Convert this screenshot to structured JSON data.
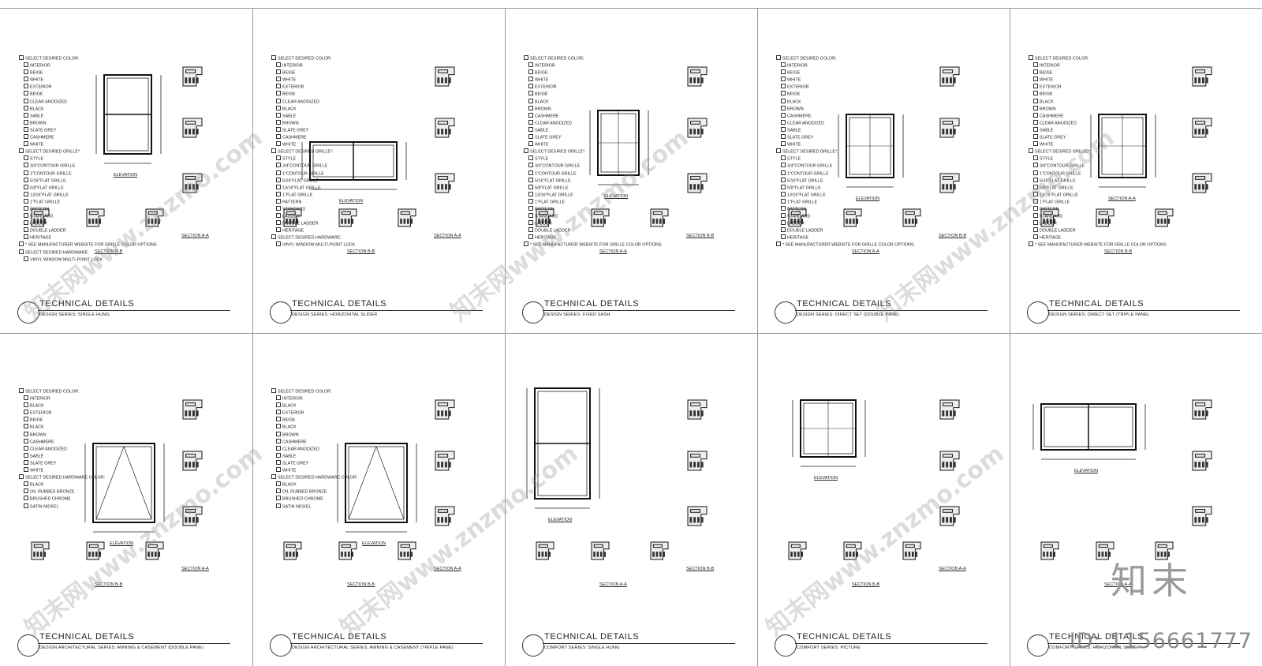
{
  "sheets": [
    {
      "title": "TECHNICAL DETAILS",
      "series": "DESIGN SERIES: SINGLE HUNG",
      "labels": [
        "ELEVATION",
        "SECTION B-B",
        "SECTION A-A"
      ],
      "options": [
        "SELECT DESIRED COLOR:",
        "INTERIOR",
        "BEIGE",
        "WHITE",
        "EXTERIOR",
        "BEIGE",
        "CLEAR ANODIZED",
        "BLACK",
        "SABLE",
        "BROWN",
        "SLATE GREY",
        "CASHMERE",
        "WHITE",
        "SELECT DESIRED GRILLE*:",
        "STYLE",
        "3/4\"CONTOUR GRILLE",
        "1\"CONTOUR GRILLE",
        "5/16\"FLAT GRILLE",
        "5/8\"FLAT GRILLE",
        "13/16\"FLAT GRILLE",
        "1\"FLAT GRILLE",
        "PATTERN",
        "STANDARD",
        "LADDER",
        "DOUBLE LADDER",
        "HERITAGE",
        "* SEE MANUFACTURER WEBSITE FOR GRILLE COLOR OPTIONS",
        "SELECT DESIRED HARDWARE:",
        "VINYL WINDOW MULTI-POINT LOCK"
      ]
    },
    {
      "title": "TECHNICAL DETAILS",
      "series": "DESIGN SERIES: HORIZONTAL SLIDER",
      "labels": [
        "ELEVATION",
        "SECTION B-B",
        "SECTION A-A"
      ],
      "options": [
        "SELECT DESIRED COLOR:",
        "INTERIOR",
        "BEIGE",
        "WHITE",
        "EXTERIOR",
        "BEIGE",
        "CLEAR ANODIZED",
        "BLACK",
        "SABLE",
        "BROWN",
        "SLATE GREY",
        "CASHMERE",
        "WHITE",
        "SELECT DESIRED GRILLE*:",
        "STYLE",
        "3/4\"CONTOUR GRILLE",
        "1\"CONTOUR GRILLE",
        "5/16\"FLAT GRILLE",
        "13/16\"FLAT GRILLE",
        "1\"FLAT GRILLE",
        "PATTERN",
        "STANDARD",
        "LADDER",
        "DOUBLE LADDER",
        "HERITAGE",
        "SELECT DESIRED HARDWARE:",
        "VINYL WINDOW MULTI-POINT LOCK"
      ]
    },
    {
      "title": "TECHNICAL DETAILS",
      "series": "DESIGN SERIES: FIXED SASH",
      "labels": [
        "ELEVATION",
        "SECTION A-A",
        "SECTION B-B"
      ],
      "options": [
        "SELECT DESIRED COLOR:",
        "INTERIOR",
        "BEIGE",
        "WHITE",
        "EXTERIOR",
        "BEIGE",
        "BLACK",
        "BROWN",
        "CASHMERE",
        "CLEAR ANODIZED",
        "SABLE",
        "SLATE GREY",
        "WHITE",
        "SELECT DESIRED GRILLE*:",
        "STYLE",
        "3/4\"CONTOUR GRILLE",
        "1\"CONTOUR GRILLE",
        "5/16\"FLAT GRILLE",
        "5/8\"FLAT GRILLE",
        "13/16\"FLAT GRILLE",
        "1\"FLAT GRILLE",
        "PATTERN",
        "STANDARD",
        "LADDER",
        "DOUBLE LADDER",
        "HERITAGE",
        "* SEE MANUFACTURER WEBSITE FOR GRILLE COLOR OPTIONS"
      ]
    },
    {
      "title": "TECHNICAL DETAILS",
      "series": "DESIGN SERIES: DIRECT SET (DOUBLE PANE)",
      "labels": [
        "ELEVATION",
        "SECTION A-A",
        "SECTION B-B"
      ],
      "options": [
        "SELECT DESIRED COLOR:",
        "INTERIOR",
        "BEIGE",
        "WHITE",
        "EXTERIOR",
        "BEIGE",
        "BLACK",
        "BROWN",
        "CASHMERE",
        "CLEAR ANODIZED",
        "SABLE",
        "SLATE GREY",
        "WHITE",
        "SELECT DESIRED GRILLE*:",
        "STYLE",
        "3/4\"CONTOUR GRILLE",
        "1\"CONTOUR GRILLE",
        "5/16\"FLAT GRILLE",
        "5/8\"FLAT GRILLE",
        "13/16\"FLAT GRILLE",
        "1\"FLAT GRILLE",
        "PATTERN",
        "STANDARD",
        "LADDER",
        "DOUBLE LADDER",
        "HERITAGE",
        "* SEE MANUFACTURER WEBSITE FOR GRILLE COLOR OPTIONS"
      ]
    },
    {
      "title": "TECHNICAL DETAILS",
      "series": "DESIGN SERIES: DIRECT SET (TRIPLE PANE)",
      "labels": [
        "SECTION A-A",
        "SECTION B-B"
      ],
      "options": [
        "SELECT DESIRED COLOR:",
        "INTERIOR",
        "BEIGE",
        "WHITE",
        "EXTERIOR",
        "BEIGE",
        "BLACK",
        "BROWN",
        "CASHMERE",
        "CLEAR ANODIZED",
        "SABLE",
        "SLATE GREY",
        "WHITE",
        "SELECT DESIRED GRILLE*:",
        "STYLE",
        "3/4\"CONTOUR GRILLE",
        "1\"CONTOUR GRILLE",
        "5/16\"FLAT GRILLE",
        "5/8\"FLAT GRILLE",
        "13/16\"FLAT GRILLE",
        "1\"FLAT GRILLE",
        "PATTERN",
        "STANDARD",
        "LADDER",
        "DOUBLE LADDER",
        "HERITAGE",
        "* SEE MANUFACTURER WEBSITE FOR GRILLE COLOR OPTIONS"
      ]
    },
    {
      "title": "TECHNICAL DETAILS",
      "series": "DESIGN ARCHITECTURAL SERIES: AWNING & CASEMENT (DOUBLE PANE)",
      "labels": [
        "ELEVATION",
        "SECTION B-B",
        "SECTION A-A"
      ],
      "options": [
        "SELECT DESIRED COLOR:",
        "INTERIOR",
        "BLACK",
        "EXTERIOR",
        "BEIGE",
        "BLACK",
        "BROWN",
        "CASHMERE",
        "CLEAR ANODIZED",
        "SABLE",
        "SLATE GREY",
        "WHITE",
        "SELECT DESIRED HARDWARE COLOR:",
        "BLACK",
        "OIL RUBBED BRONZE",
        "BRUSHED CHROME",
        "SATIN NICKEL"
      ]
    },
    {
      "title": "TECHNICAL DETAILS",
      "series": "DESIGN ARCHITECTURAL SERIES: AWNING & CASEMENT (TRIPLE PANE)",
      "labels": [
        "ELEVATION",
        "SECTION B-B",
        "SECTION A-A"
      ],
      "options": [
        "SELECT DESIRED COLOR:",
        "INTERIOR",
        "BLACK",
        "EXTERIOR",
        "BEIGE",
        "BLACK",
        "BROWN",
        "CASHMERE",
        "CLEAR ANODIZED",
        "SABLE",
        "SLATE GREY",
        "WHITE",
        "SELECT DESIRED HARDWARE COLOR:",
        "BLACK",
        "OIL RUBBED BRONZE",
        "BRUSHED CHROME",
        "SATIN NICKEL"
      ]
    },
    {
      "title": "TECHNICAL DETAILS",
      "series": "COMFORT SERIES: SINGLE HUNG",
      "labels": [
        "ELEVATION",
        "SECTION A-A",
        "SECTION B-B"
      ],
      "options": []
    },
    {
      "title": "TECHNICAL DETAILS",
      "series": "COMFORT SERIES: PICTURE",
      "labels": [
        "ELEVATION",
        "SECTION B-B",
        "SECTION A-A"
      ],
      "options": []
    },
    {
      "title": "TECHNICAL DETAILS",
      "series": "COMFORT SERIES: HORIZONTAL SLIDER",
      "labels": [
        "ELEVATION",
        "SECTION A-A"
      ],
      "options": []
    }
  ],
  "id_badge": "ID: 1156661777",
  "brand_mark": "知末",
  "watermark": "知末网www.znzmo.com"
}
